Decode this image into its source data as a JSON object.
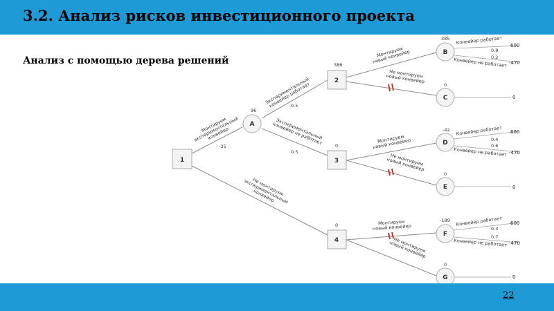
{
  "slide": {
    "title": "3.2. Анализ рисков инвестиционного проекта",
    "subtitle": "Анализ с помощью дерева решений",
    "page_number": "22"
  },
  "colors": {
    "header_bar": "#1e9ad6",
    "footer_bar": "#1e9ad6",
    "node_fill": "#f4f4f4",
    "node_border": "#a9a9a9"
  },
  "tree": {
    "nodes": {
      "n1": {
        "label": "1"
      },
      "n2": {
        "label": "2",
        "value": "386"
      },
      "n3": {
        "label": "3",
        "value": "0"
      },
      "n4": {
        "label": "4",
        "value": "0"
      },
      "A": {
        "label": "A",
        "value": "96"
      },
      "B": {
        "label": "B",
        "value": "385"
      },
      "C": {
        "label": "C",
        "value": "0"
      },
      "D": {
        "label": "D",
        "value": "-42"
      },
      "E": {
        "label": "E",
        "value": "0"
      },
      "F": {
        "label": "F",
        "value": "-189"
      },
      "G": {
        "label": "G",
        "value": "0"
      }
    },
    "edges": {
      "e1A": {
        "line1": "Монтируем",
        "line2": "экспериментальный",
        "line3": "конвейер",
        "value": "-35"
      },
      "e14": {
        "line1": "Не монтируем",
        "line2": "экспериментальный",
        "line3": "конвейер"
      },
      "eA2": {
        "line1": "Экспериментальный",
        "line2": "конвейер работает",
        "prob": "0.5"
      },
      "eA3": {
        "line1": "Экспериментальный",
        "line2": "конвейер не работает",
        "prob": "0.5"
      },
      "e2B": {
        "line1": "Монтируем",
        "line2": "новый конвейер"
      },
      "e2C": {
        "line1": "Не монтируем",
        "line2": "новый конвейер"
      },
      "e3D": {
        "line1": "Монтируем",
        "line2": "новый конвейер"
      },
      "e3E": {
        "line1": "Не монтируем",
        "line2": "новый конвейер"
      },
      "e4F": {
        "line1": "Монтируем",
        "line2": "новый конвейер"
      },
      "e4G": {
        "line1": "Не монтируем",
        "line2": "новый конвейер"
      }
    },
    "outcomes": {
      "B": {
        "works": "Конвейер работает",
        "fails": "Конвейер не работает",
        "p_works": "0.8",
        "p_fails": "0.2",
        "payoff_works": "600",
        "payoff_fails": "-470"
      },
      "D": {
        "works": "Конвейер работает",
        "fails": "Конвейер не работает",
        "p_works": "0.4",
        "p_fails": "0.6",
        "payoff_works": "600",
        "payoff_fails": "-470"
      },
      "F": {
        "works": "Конвейер работает",
        "fails": "Конвейер не работает",
        "p_works": "0.3",
        "p_fails": "0.7",
        "payoff_works": "600",
        "payoff_fails": "-470"
      }
    },
    "terminal_payoffs": {
      "C": "0",
      "E": "0",
      "G": "0"
    }
  }
}
